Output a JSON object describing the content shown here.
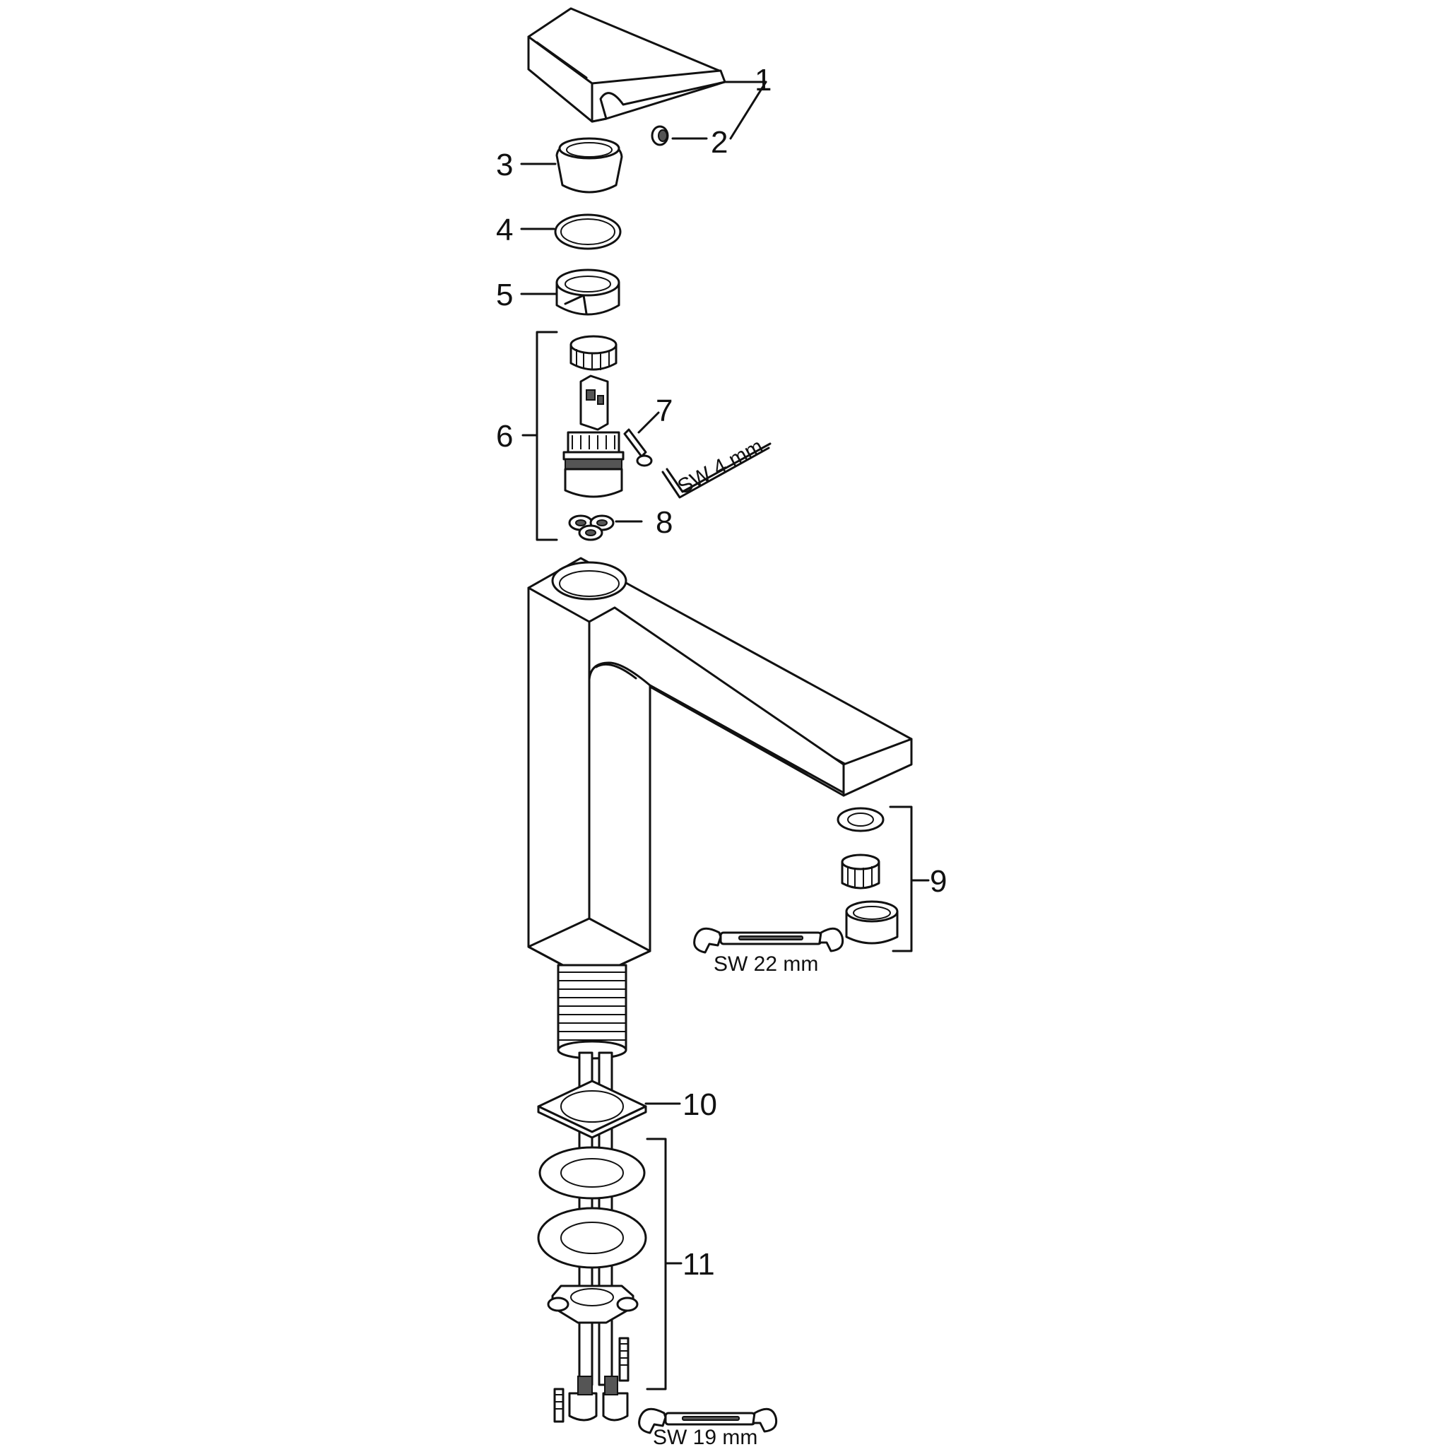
{
  "callouts": [
    {
      "id": "1",
      "label": "1"
    },
    {
      "id": "2",
      "label": "2"
    },
    {
      "id": "3",
      "label": "3"
    },
    {
      "id": "4",
      "label": "4"
    },
    {
      "id": "5",
      "label": "5"
    },
    {
      "id": "6",
      "label": "6"
    },
    {
      "id": "7",
      "label": "7"
    },
    {
      "id": "8",
      "label": "8"
    },
    {
      "id": "9",
      "label": "9"
    },
    {
      "id": "10",
      "label": "10"
    },
    {
      "id": "11",
      "label": "11"
    }
  ],
  "tool_labels": {
    "hex_key": "SW 4 mm",
    "wrench_aerator": "SW 22 mm",
    "wrench_nuts": "SW 19 mm"
  }
}
